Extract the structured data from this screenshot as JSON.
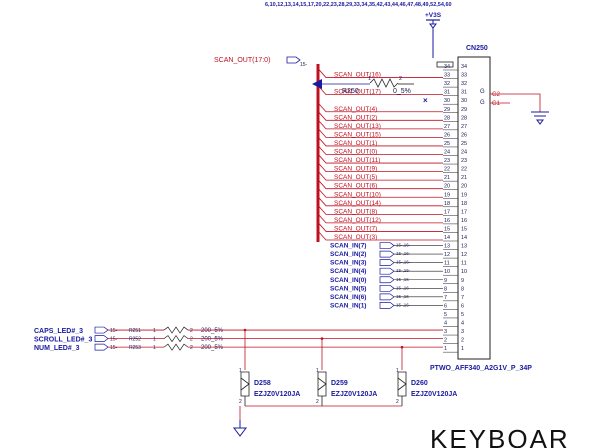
{
  "top_ref": "6,10,12,13,14,15,17,20,22,23,28,29,33,34,35,42,43,44,46,47,48,49,52,54,60",
  "power_net": "+V3S",
  "connector": {
    "ref": "CN250",
    "part": "PTWO_AFF340_A2G1V_P_34P",
    "pins_inner": [
      "34",
      "33",
      "32",
      "31",
      "30",
      "29",
      "28",
      "27",
      "26",
      "25",
      "24",
      "23",
      "22",
      "21",
      "20",
      "19",
      "18",
      "17",
      "16",
      "15",
      "14",
      "13",
      "12",
      "11",
      "10",
      "9",
      "8",
      "7",
      "6",
      "5",
      "4",
      "3",
      "2",
      "1"
    ],
    "pins_outer": [
      "34",
      "33",
      "32",
      "31",
      "30",
      "29",
      "28",
      "27",
      "26",
      "25",
      "24",
      "23",
      "22",
      "21",
      "20",
      "19",
      "18",
      "17",
      "16",
      "15",
      "14",
      "13",
      "12",
      "11",
      "10",
      "9",
      "8",
      "7",
      "6",
      "5",
      "4",
      "3",
      "2",
      "1"
    ],
    "g_pin_a": "G",
    "g_pin_b": "G",
    "g_net_a": "G2",
    "g_net_b": "G1"
  },
  "bus": {
    "name": "SCAN_OUT(17:0)",
    "ref": "15-"
  },
  "scan_out": [
    "SCAN_OUT(16)",
    "SCAN_OUT(17)",
    "SCAN_OUT(4)",
    "SCAN_OUT(2)",
    "SCAN_OUT(13)",
    "SCAN_OUT(15)",
    "SCAN_OUT(1)",
    "SCAN_OUT(0)",
    "SCAN_OUT(11)",
    "SCAN_OUT(9)",
    "SCAN_OUT(5)",
    "SCAN_OUT(6)",
    "SCAN_OUT(10)",
    "SCAN_OUT(14)",
    "SCAN_OUT(8)",
    "SCAN_OUT(12)",
    "SCAN_OUT(7)",
    "SCAN_OUT(3)"
  ],
  "r250": {
    "ref": "R250",
    "value": "0_5%",
    "pin1": "1",
    "pin2": "2"
  },
  "nc_mark": "×",
  "scan_in": {
    "ref": "15-,16-",
    "labels": [
      "SCAN_IN(7)",
      "SCAN_IN(2)",
      "SCAN_IN(3)",
      "SCAN_IN(4)",
      "SCAN_IN(0)",
      "SCAN_IN(5)",
      "SCAN_IN(6)",
      "SCAN_IN(1)"
    ]
  },
  "leds": [
    {
      "net": "CAPS_LED#_3",
      "ref": "15-",
      "res": "R251",
      "pin1": "1",
      "pin2": "2",
      "value": "200_5%"
    },
    {
      "net": "SCROLL_LED#_3",
      "ref": "15-",
      "res": "R252",
      "pin1": "1",
      "pin2": "2",
      "value": "200_5%"
    },
    {
      "net": "NUM_LED#_3",
      "ref": "15-",
      "res": "R253",
      "pin1": "1",
      "pin2": "2",
      "value": "200_5%"
    }
  ],
  "diodes": [
    {
      "ref": "D258",
      "part": "EZJZ0V120JA",
      "pin1": "1",
      "pin2": "2"
    },
    {
      "ref": "D259",
      "part": "EZJZ0V120JA",
      "pin1": "1",
      "pin2": "2"
    },
    {
      "ref": "D260",
      "part": "EZJZ0V120JA",
      "pin1": "1",
      "pin2": "2"
    }
  ],
  "footer_title": "KEYBOAR"
}
